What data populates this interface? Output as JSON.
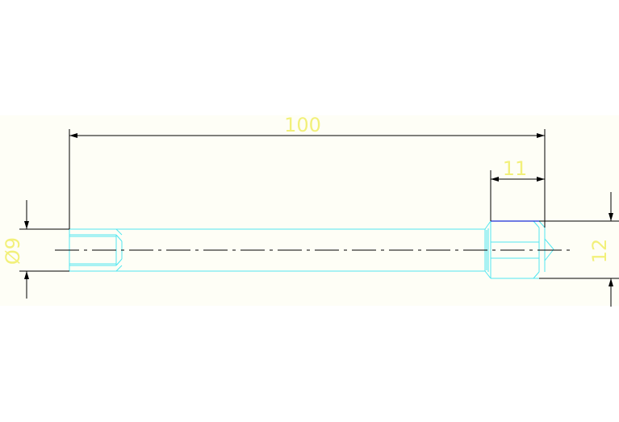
{
  "dimensions": {
    "overall_length": "100",
    "head_length": "11",
    "shank_diameter": "Ø9",
    "head_height": "12"
  },
  "colors": {
    "background": "#ffffff",
    "drawing_background": "#fefef6",
    "part_outline": "#52e6f0",
    "dimension_lines": "#000000",
    "dimension_text": "#f2f07a",
    "hidden_edge": "#1a2bd8"
  }
}
